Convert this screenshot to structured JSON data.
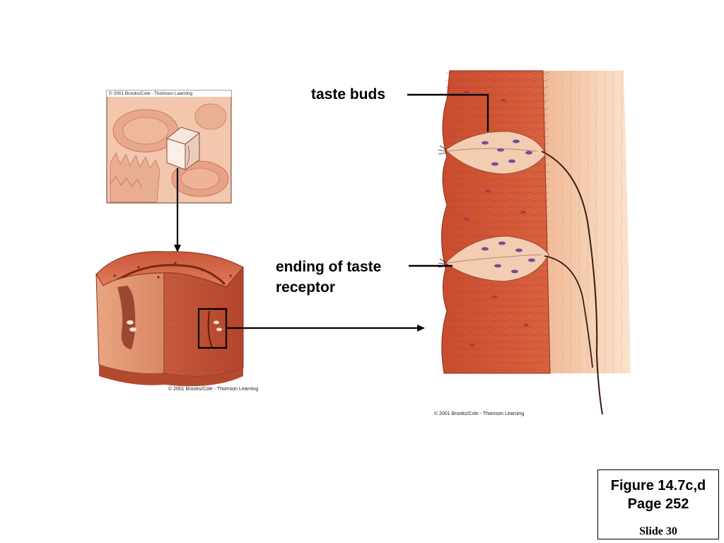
{
  "labels": {
    "taste_buds": "taste buds",
    "receptor_ending": "ending of taste receptor"
  },
  "copyrights": {
    "tongue_surface": "© 2001 Brooks/Cole - Thomson Learning",
    "papilla_block": "© 2001 Brooks/Cole - Thomson Learning",
    "taste_bud_section": "© 2001 Brooks/Cole - Thomson Learning"
  },
  "reference": {
    "figure": "Figure 14.7c,d",
    "page": "Page 252",
    "slide": "Slide 30"
  },
  "colors": {
    "tissue_dark": "#b8432a",
    "tissue_mid": "#d4623f",
    "tissue_light": "#f3c9a4",
    "nuclei": "#7a4a9a",
    "nerve": "#3a1a14"
  }
}
